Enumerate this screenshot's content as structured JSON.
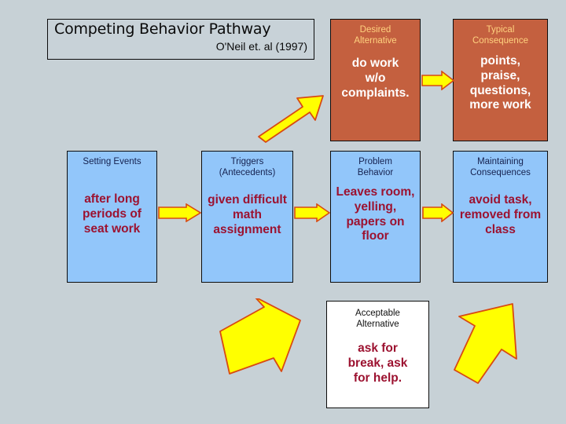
{
  "slide": {
    "background_color": "#c7d1d6",
    "title": {
      "main": "Competing Behavior Pathway",
      "citation": "O'Neil et. al (1997)"
    },
    "colors": {
      "background": "#c7d1d6",
      "red_box": "#c4603f",
      "blue_box": "#92c6fa",
      "white_box": "#ffffff",
      "header_on_red": "#ffd27f",
      "header_on_blue": "#15214f",
      "body_on_red": "#ffffff",
      "body_on_blue": "#9c1230",
      "arrow_fill": "#ffff00",
      "arrow_stroke": "#d84a12",
      "border": "#0c0c0c"
    },
    "boxes": {
      "desired_alternative": {
        "header": "Desired\nAlternative",
        "header_line1": "Desired",
        "header_line2": "Alternative",
        "body": "do work\nw/o\ncomplaints.",
        "body_line1": "do work",
        "body_line2": "w/o",
        "body_line3": "complaints."
      },
      "typical_consequence": {
        "header_line1": "Typical",
        "header_line2": "Consequence",
        "body_line1": "points,",
        "body_line2": "praise,",
        "body_line3": "questions,",
        "body_line4": "more work"
      },
      "setting_events": {
        "header_line1": "Setting Events",
        "header_line2": "",
        "body_line1": "after long",
        "body_line2": "periods of",
        "body_line3": "seat work"
      },
      "triggers": {
        "header_line1": "Triggers",
        "header_line2": "(Antecedents)",
        "body_line1": "given difficult",
        "body_line2": "math",
        "body_line3": "assignment"
      },
      "problem_behavior": {
        "header_line1": "Problem",
        "header_line2": "Behavior",
        "body_line1": "Leaves room,",
        "body_line2": "yelling,",
        "body_line3": "papers on",
        "body_line4": "floor"
      },
      "maintaining_consequences": {
        "header_line1": "Maintaining",
        "header_line2": "Consequences",
        "body_line1": "avoid task,",
        "body_line2": "removed from",
        "body_line3": "class"
      },
      "acceptable_alternative": {
        "header_line1": "Acceptable",
        "header_line2": "Alternative",
        "body_line1": "ask for",
        "body_line2": "break, ask",
        "body_line3": "for help."
      }
    },
    "arrows": [
      {
        "name": "arrow-setting-to-triggers",
        "direction": "right"
      },
      {
        "name": "arrow-triggers-to-problem",
        "direction": "right"
      },
      {
        "name": "arrow-problem-to-maintaining",
        "direction": "right"
      },
      {
        "name": "arrow-desired-to-typical",
        "direction": "right"
      },
      {
        "name": "arrow-triggers-to-desired",
        "direction": "up-right"
      },
      {
        "name": "arrow-triggers-to-acceptable",
        "direction": "down-right"
      },
      {
        "name": "arrow-acceptable-to-maintaining",
        "direction": "up-right"
      }
    ]
  }
}
